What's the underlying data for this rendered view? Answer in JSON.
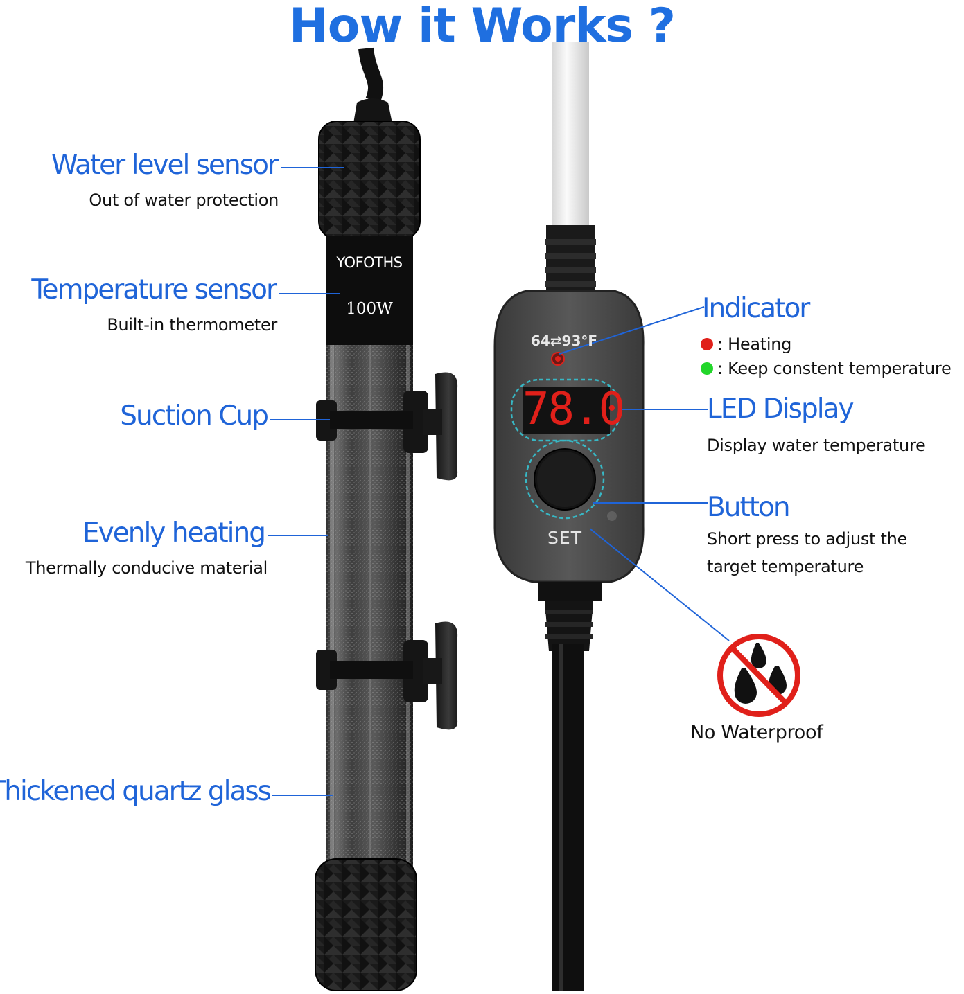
{
  "title": "How it Works ?",
  "heater": {
    "brand": "YOFOTHS",
    "wattage": "100W"
  },
  "controller": {
    "range": "64⇄93°F",
    "display_value": "78.0",
    "button_label": "SET"
  },
  "features_left": [
    {
      "label": "Water level sensor",
      "sub": "Out of water protection"
    },
    {
      "label": "Temperature sensor",
      "sub": "Built-in thermometer"
    },
    {
      "label": "Suction Cup",
      "sub": ""
    },
    {
      "label": "Evenly heating",
      "sub": "Thermally conducive material"
    },
    {
      "label": "Thickened quartz glass",
      "sub": ""
    }
  ],
  "features_right": {
    "indicator": {
      "label": "Indicator",
      "legend": [
        {
          "color": "#e0201a",
          "text": ": Heating"
        },
        {
          "color": "#22d62a",
          "text": ": Keep constent temperature"
        }
      ]
    },
    "led_display": {
      "label": "LED Display",
      "sub": "Display water temperature"
    },
    "button": {
      "label": "Button",
      "sub_line1": "Short press to adjust the",
      "sub_line2": "target temperature"
    },
    "no_waterproof": {
      "label": "No Waterproof"
    }
  },
  "colors": {
    "accent_blue": "#1f64d8",
    "led_red": "#e0201a",
    "callout_line": "#1f64d8"
  }
}
